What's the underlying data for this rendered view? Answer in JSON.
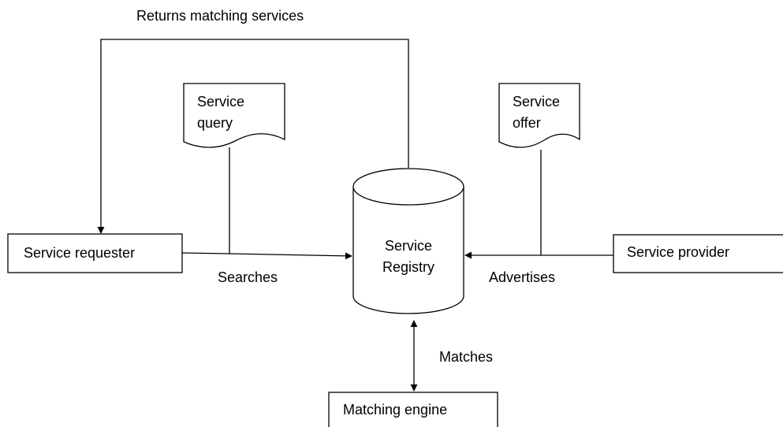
{
  "diagram": {
    "nodes": {
      "requester": {
        "label": "Service requester"
      },
      "provider": {
        "label": "Service provider"
      },
      "registry": {
        "lines": [
          "Service",
          "Registry"
        ]
      },
      "matching_engine": {
        "label": "Matching engine"
      },
      "query_doc": {
        "lines": [
          "Service",
          "query"
        ]
      },
      "offer_doc": {
        "lines": [
          "Service",
          "offer"
        ]
      }
    },
    "edges": {
      "returns": "Returns matching services",
      "searches": "Searches",
      "advertises": "Advertises",
      "matches": "Matches"
    }
  },
  "colors": {
    "stroke": "#000000",
    "fill": "#ffffff",
    "text": "#000000"
  }
}
